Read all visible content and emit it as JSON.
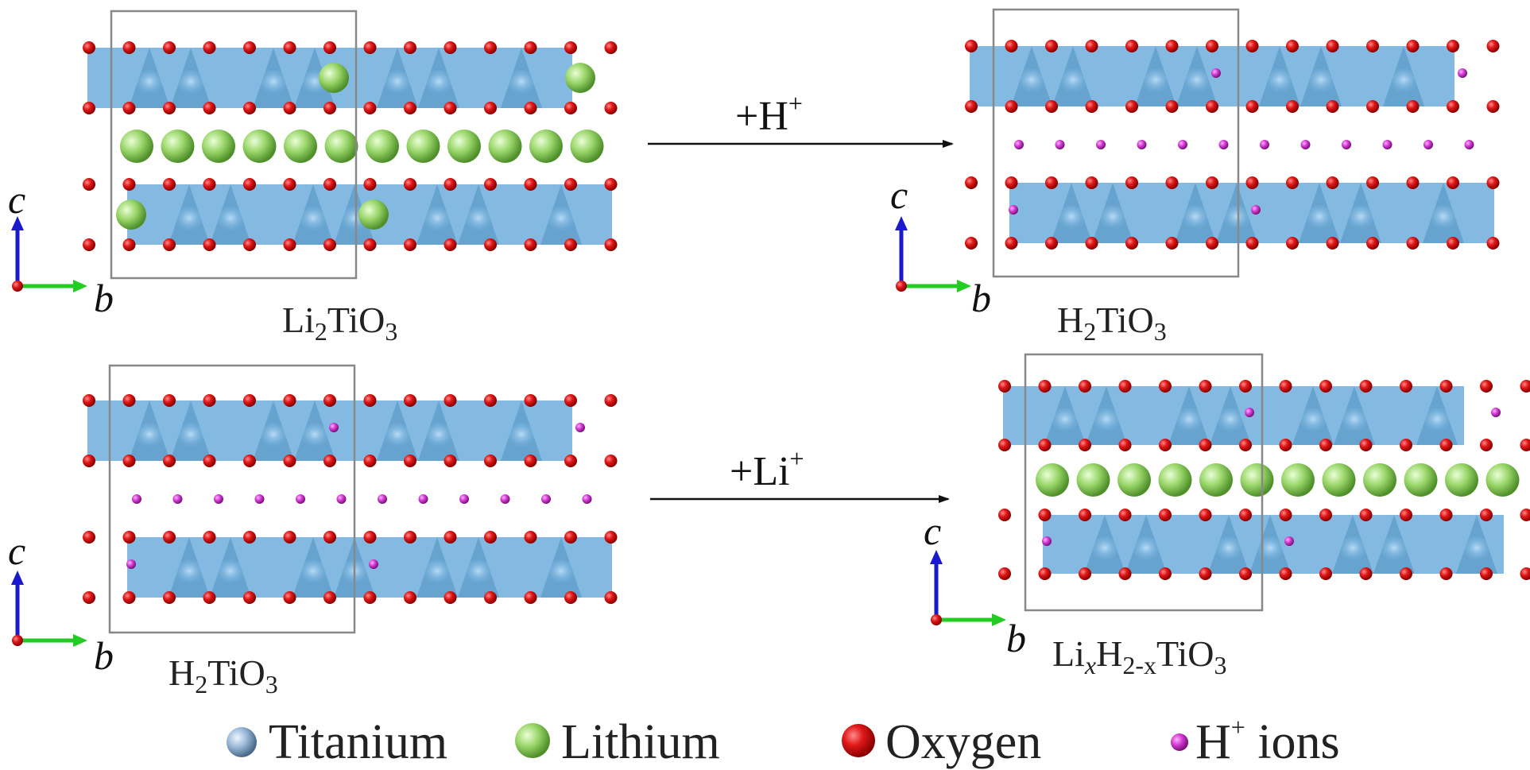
{
  "panels": [
    {
      "id": "top-left",
      "formula": {
        "p1": "Li",
        "s1": "2",
        "p2": "TiO",
        "s2": "3",
        "p3": "",
        "s3": "",
        "p4": ""
      },
      "interlayer": "Li",
      "layer_dopant": "Li",
      "axes": {
        "vertical": "c",
        "horizontal": "b"
      }
    },
    {
      "id": "top-right",
      "formula": {
        "p1": "H",
        "s1": "2",
        "p2": "TiO",
        "s2": "3",
        "p3": "",
        "s3": "",
        "p4": ""
      },
      "interlayer": "H",
      "layer_dopant": "H",
      "axes": {
        "vertical": "c",
        "horizontal": "b"
      }
    },
    {
      "id": "bottom-left",
      "formula": {
        "p1": "H",
        "s1": "2",
        "p2": "TiO",
        "s2": "3",
        "p3": "",
        "s3": "",
        "p4": ""
      },
      "interlayer": "H",
      "layer_dopant": "H",
      "axes": {
        "vertical": "c",
        "horizontal": "b"
      }
    },
    {
      "id": "bottom-right",
      "formula": {
        "p1": "Li",
        "s1": "x",
        "p2": "H",
        "s2": "2-x",
        "p3": "TiO",
        "s3": "3",
        "p4": ""
      },
      "interlayer": "Li",
      "layer_dopant": "H",
      "axes": {
        "vertical": "c",
        "horizontal": "b"
      }
    }
  ],
  "arrows": [
    {
      "id": "protonation",
      "base": "+H",
      "sup": "+"
    },
    {
      "id": "lithiation",
      "base": "+Li",
      "sup": "+"
    }
  ],
  "legend": [
    {
      "label": "Titanium",
      "sup": "",
      "suffix": "",
      "icon": "titanium-sphere",
      "color": "#9ab8d8"
    },
    {
      "label": "Lithium",
      "sup": "",
      "suffix": "",
      "icon": "lithium-sphere",
      "color": "#7fc24a"
    },
    {
      "label": "Oxygen",
      "sup": "",
      "suffix": "",
      "icon": "oxygen-sphere",
      "color": "#dd1111"
    },
    {
      "label": "H",
      "sup": "+",
      "suffix": " ions",
      "icon": "hydrogen-ion-sphere",
      "color": "#cc33cc"
    }
  ],
  "colors": {
    "octahedra": "#6eaedd",
    "octahedra_dark": "#4f8fc0",
    "oxygen": "#dd1111",
    "lithium": "#8fd060",
    "hydrogen": "#cc33cc",
    "unit_cell": "#888888",
    "axis_c": "#1a1acc",
    "axis_b": "#22cc22"
  }
}
